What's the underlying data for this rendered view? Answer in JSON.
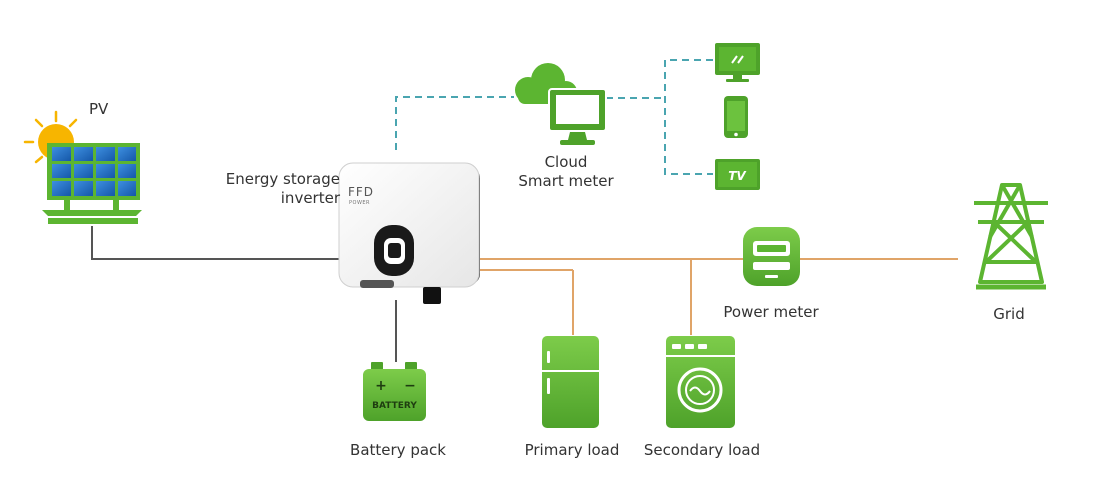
{
  "labels": {
    "pv": "PV",
    "inverter_line1": "Energy storage",
    "inverter_line2": "inverter",
    "cloud_line1": "Cloud",
    "cloud_line2": "Smart meter",
    "power_meter": "Power meter",
    "grid": "Grid",
    "battery_pack": "Battery pack",
    "primary_load": "Primary load",
    "secondary_load": "Secondary load"
  },
  "device_text": {
    "brand_line1": "FFD",
    "brand_line2": "POWER",
    "battery_plus": "+",
    "battery_minus": "−",
    "battery_word": "BATTERY",
    "tv_word": "TV"
  },
  "colors": {
    "green": "#5cb531",
    "green_dark": "#3f8f1f",
    "power_line": "#e0a468",
    "pv_line": "#555555",
    "data_line": "#4aa5b0",
    "panel_blue": "#1e6fc4",
    "sun": "#f7b500"
  }
}
